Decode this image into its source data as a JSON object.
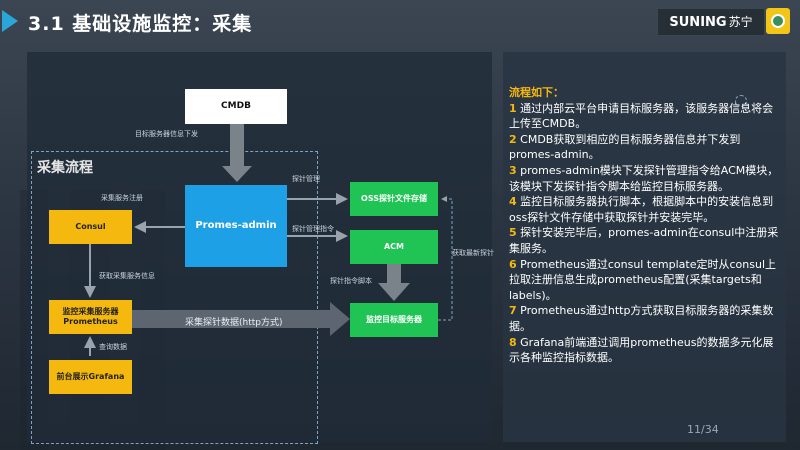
{
  "header": {
    "title": "3.1 基础设施监控：采集",
    "brand_en": "SUNING",
    "brand_cn": "苏宁"
  },
  "diagram": {
    "section_title": "采集流程",
    "boxes": {
      "cmdb": "CMDB",
      "promes_admin": "Promes-admin",
      "consul": "Consul",
      "prometheus_line1": "监控采集服务器",
      "prometheus_line2": "Prometheus",
      "grafana": "前台展示Grafana",
      "oss": "OSS探针文件存储",
      "acm": "ACM",
      "target": "监控目标服务器"
    },
    "labels": {
      "target_info": "目标服务器信息下发",
      "collect_register": "采集服务注册",
      "probe_manage": "探针管理",
      "probe_manage_cmd": "探针管理指令",
      "fetch_collect": "获取采集服务信息",
      "probe_script": "探针指令脚本",
      "fetch_latest": "获取最新探针",
      "collect_probe_data": "采集探针数据(http方式)",
      "query_data": "查询数据"
    }
  },
  "steps": {
    "heading": "流程如下：",
    "items": [
      {
        "num": "1",
        "text": "通过内部云平台申请目标服务器，该服务器信息将会上传至CMDB。"
      },
      {
        "num": "2",
        "text": "CMDB获取到相应的目标服务器信息并下发到promes-admin。"
      },
      {
        "num": "3",
        "text": "promes-admin模块下发探针管理指令给ACM模块，该模块下发探针指令脚本给监控目标服务器。"
      },
      {
        "num": "4",
        "text": "监控目标服务器执行脚本，根据脚本中的安装信息到oss探针文件存储中获取探针并安装完毕。"
      },
      {
        "num": "5",
        "text": "探针安装完毕后，promes-admin在consul中注册采集服务。"
      },
      {
        "num": "6",
        "text": "Prometheus通过consul template定时从consul上拉取注册信息生成prometheus配置(采集targets和labels)。"
      },
      {
        "num": "7",
        "text": "Prometheus通过http方式获取目标服务器的采集数据。"
      },
      {
        "num": "8",
        "text": "Grafana前端通过调用prometheus的数据多元化展示各种监控指标数据。"
      }
    ]
  },
  "page_number": "11/34"
}
